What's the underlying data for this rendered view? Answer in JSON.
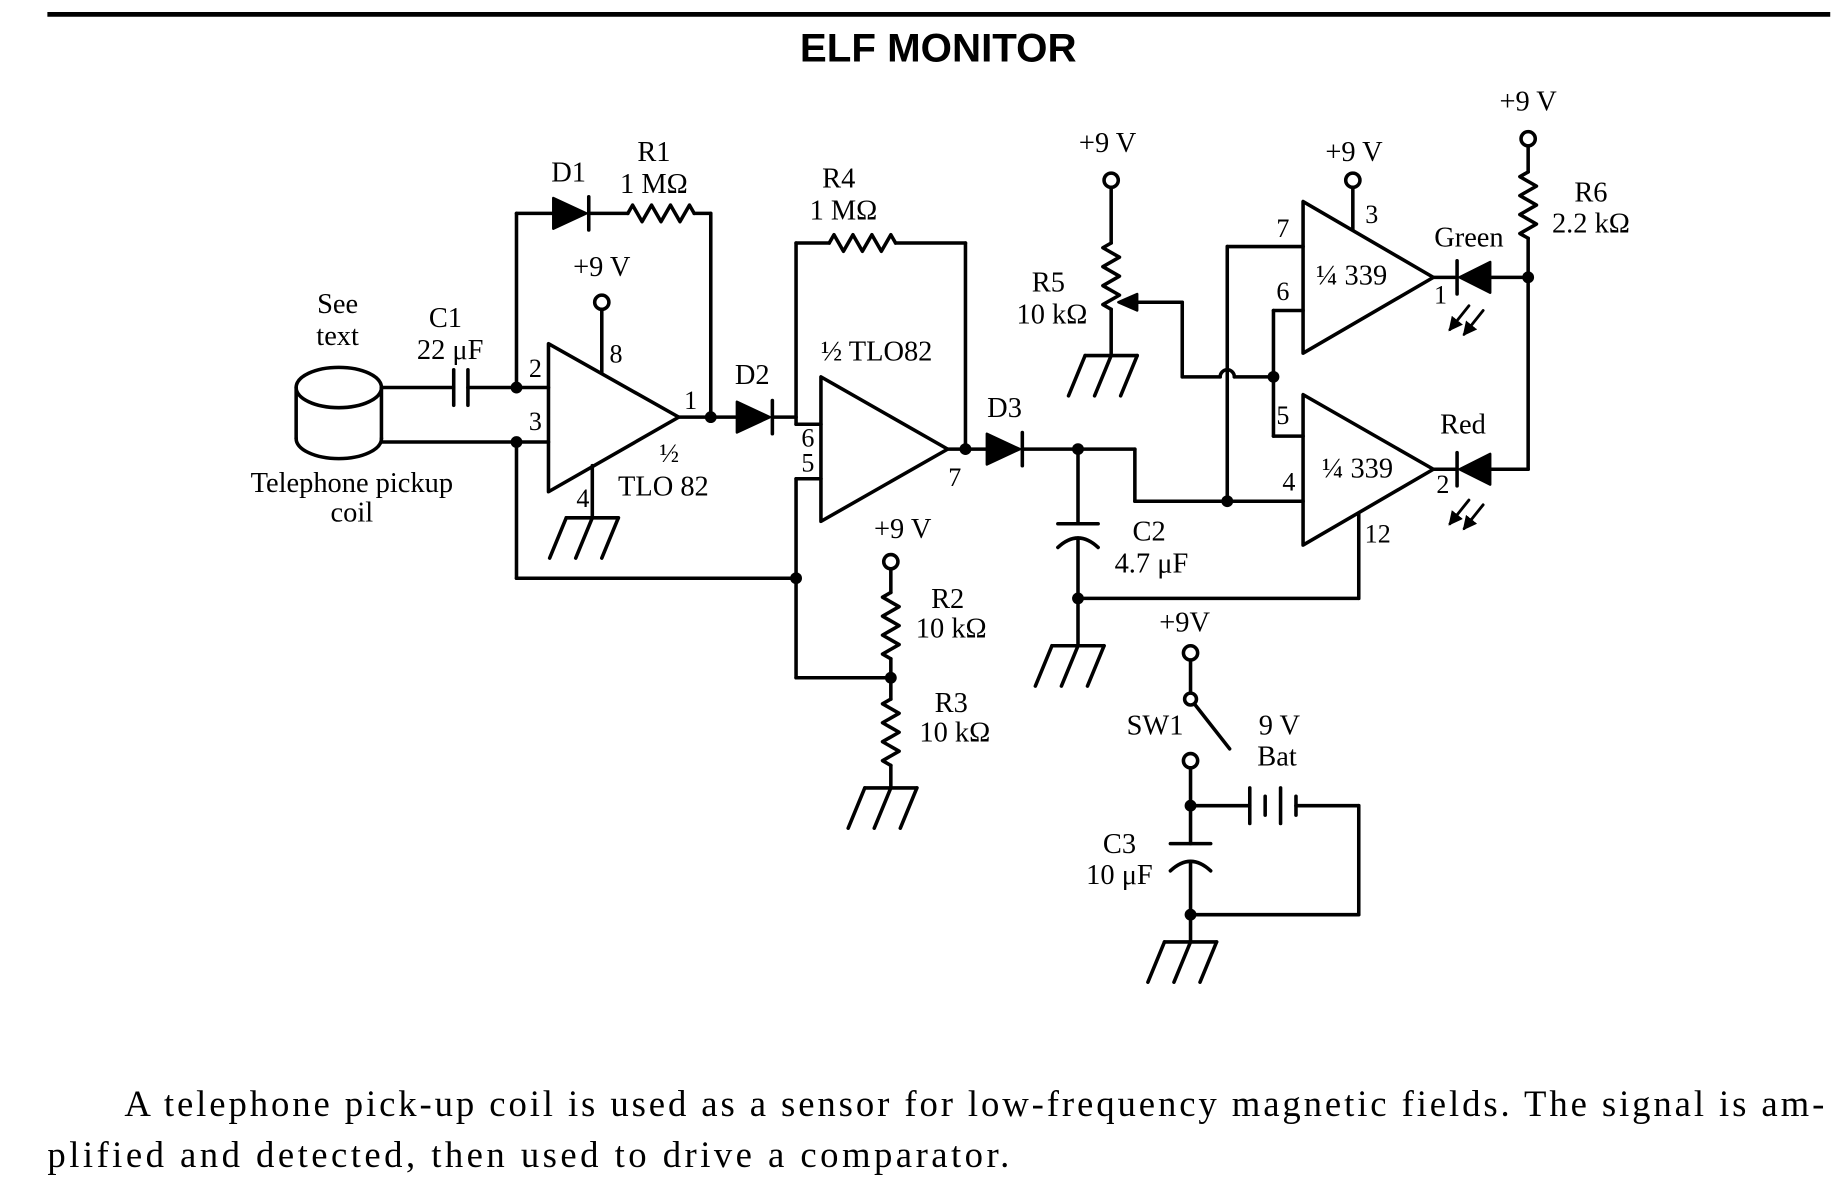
{
  "title": "ELF MONITOR",
  "pickup_coil": {
    "note_line1": "See",
    "note_line2": "text",
    "label_line1": "Telephone pickup",
    "label_line2": "coil"
  },
  "C1": {
    "ref": "C1",
    "value": "22 μF"
  },
  "D1": {
    "ref": "D1"
  },
  "R1": {
    "ref": "R1",
    "value": "1 MΩ"
  },
  "opamp_1": {
    "fraction": "½",
    "part": "TLO 82",
    "pin_in_top": "2",
    "pin_in_bottom": "3",
    "pin_out": "1",
    "pin_supply": "8",
    "pin_ground": "4",
    "supply": "+9 V"
  },
  "D2": {
    "ref": "D2"
  },
  "R4": {
    "ref": "R4",
    "value": "1 MΩ"
  },
  "opamp_2": {
    "part": "½ TLO82",
    "pin_in_top": "6",
    "pin_in_bottom": "5",
    "pin_out": "7"
  },
  "D3": {
    "ref": "D3"
  },
  "R2": {
    "ref": "R2",
    "value": "10 kΩ",
    "supply": "+9 V"
  },
  "R3": {
    "ref": "R3",
    "value": "10 kΩ"
  },
  "C2": {
    "ref": "C2",
    "value": "4.7 μF"
  },
  "R5": {
    "ref": "R5",
    "value": "10 kΩ",
    "supply": "+9 V"
  },
  "comparator_top": {
    "part": "¼ 339",
    "pin_in_top": "7",
    "pin_in_bottom": "6",
    "pin_supply": "3",
    "pin_out": "1",
    "supply": "+9 V"
  },
  "comparator_bottom": {
    "part": "¼ 339",
    "pin_in_top": "5",
    "pin_in_bottom": "4",
    "pin_ground": "12",
    "pin_out": "2"
  },
  "led_green": {
    "label": "Green"
  },
  "led_red": {
    "label": "Red"
  },
  "R6": {
    "ref": "R6",
    "value": "2.2 kΩ",
    "supply": "+9 V"
  },
  "SW1": {
    "ref": "SW1",
    "supply": "+9V"
  },
  "battery": {
    "voltage": "9 V",
    "label": "Bat"
  },
  "C3": {
    "ref": "C3",
    "value": "10 μF"
  },
  "caption": [
    "A telephone pick-up coil is used as a sensor for low-frequency magnetic fields. The signal is am-",
    "plified and detected, then used to drive a comparator."
  ]
}
